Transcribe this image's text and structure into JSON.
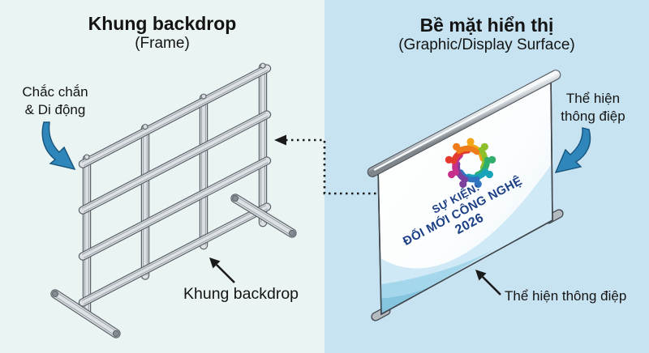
{
  "panels": {
    "left": {
      "title": "Khung backdrop",
      "subtitle": "(Frame)"
    },
    "right": {
      "title": "Bề mặt hiển thị",
      "subtitle": "(Graphic/Display Surface)"
    }
  },
  "labels": {
    "sturdy_line1": "Chắc chắn",
    "sturdy_line2": "& Di động",
    "frame_caption": "Khung backdrop",
    "message_top_line1": "Thể hiện",
    "message_top_line2": "thông điệp",
    "message_bottom": "Thể hiện thông điệp"
  },
  "banner": {
    "event_line1": "SỰ KIỆN:",
    "event_line2": "ĐỔI MỚI CÔNG NGHỆ",
    "event_line3": "2026",
    "text_color": "#1c3f86"
  },
  "logo": {
    "name": "event-swirl-logo",
    "petal_colors": [
      "#f2a516",
      "#8cbf2a",
      "#2fae6e",
      "#17a3b8",
      "#2f74c0",
      "#7b3f9d",
      "#c6308b",
      "#e33a2b",
      "#ef7c1b"
    ]
  },
  "colors": {
    "left_bg": "#eaf4f3",
    "right_bg": "#c7e3f1",
    "ink": "#1a1a1a",
    "arrow_blue": "#2e86bb",
    "arrow_blue_dark": "#17537a",
    "frame_tube": "#dde1e4",
    "frame_outline": "#5a6168",
    "frame_detail": "#9aa2a9",
    "banner_face": "#ffffff",
    "banner_edge": "#3f454b",
    "wave_light": "#cfe9f6",
    "wave_mid": "#a5d7ec",
    "wave_deep": "#86c5e0",
    "pole_light": "#f6f8f9",
    "pole_dark": "#7e858b"
  }
}
